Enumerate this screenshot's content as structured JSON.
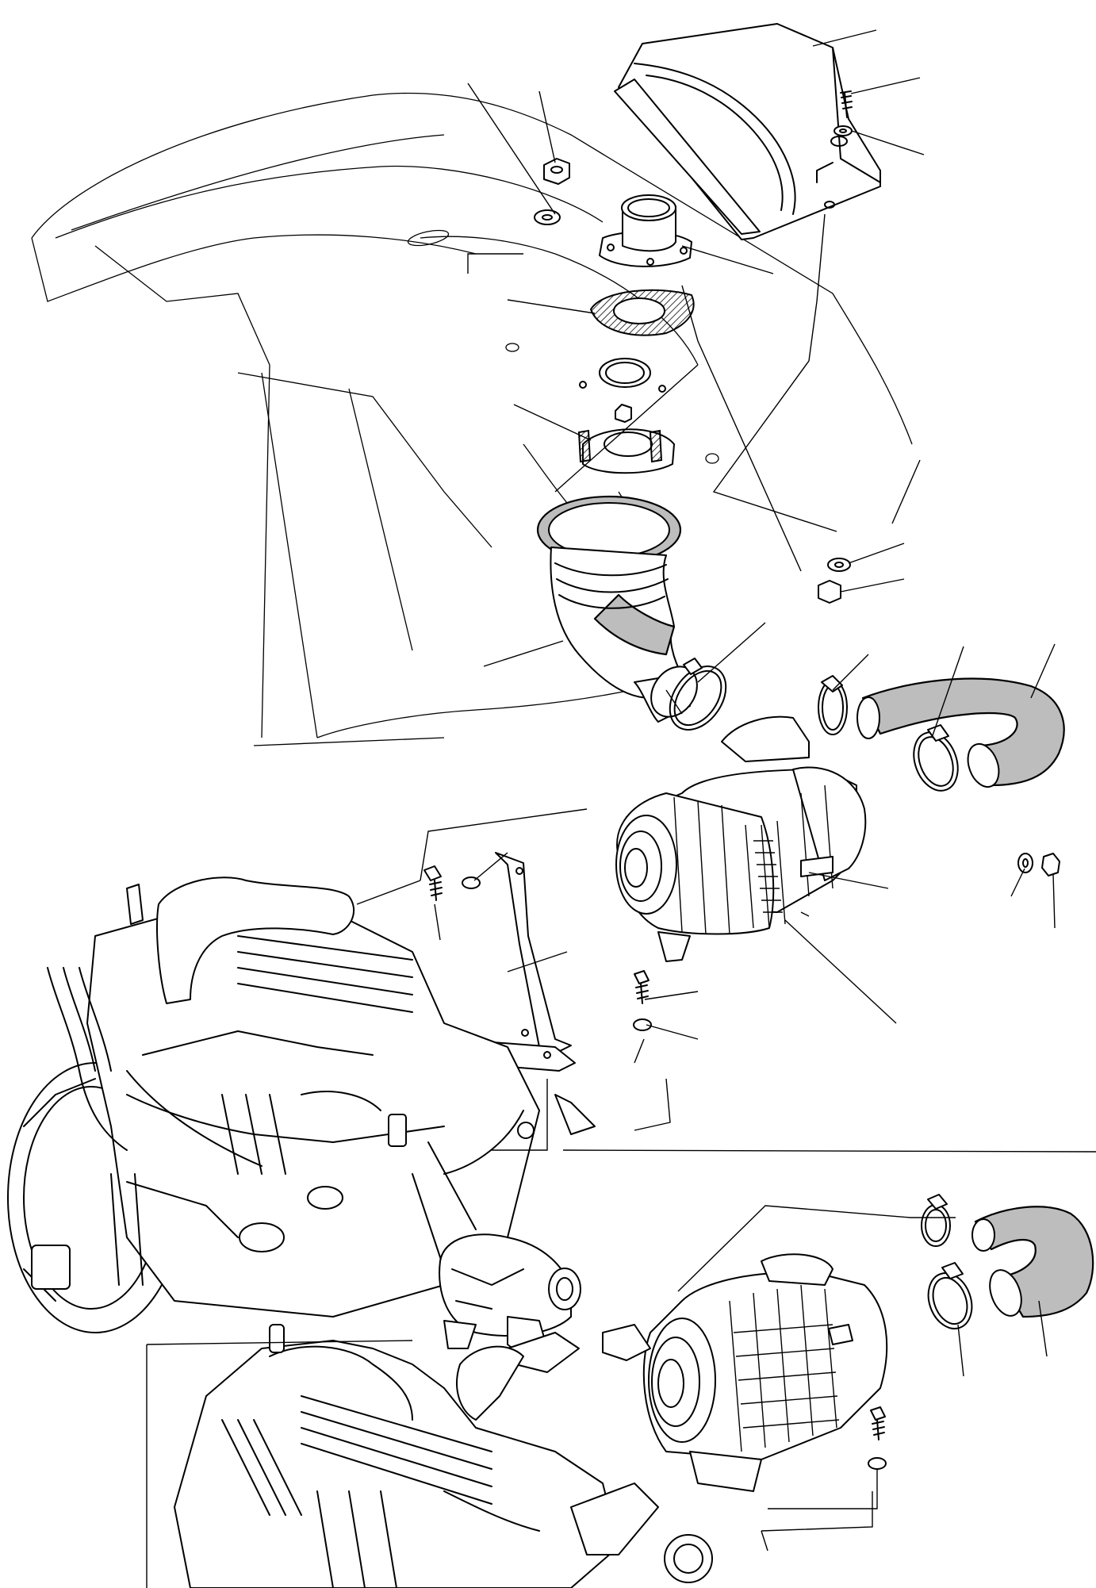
{
  "figure": {
    "labels": [],
    "colors": {
      "ink": "#000000",
      "paper": "#ffffff",
      "shading": "#bdbdbd"
    }
  },
  "parts": [
    {
      "name": "intake-cover-cowl"
    },
    {
      "name": "cover-screw"
    },
    {
      "name": "cover-washer"
    },
    {
      "name": "lock-nut"
    },
    {
      "name": "flat-washer"
    },
    {
      "name": "intake-flange"
    },
    {
      "name": "flange-gasket"
    },
    {
      "name": "o-ring"
    },
    {
      "name": "stud-plate"
    },
    {
      "name": "rubber-intake-elbow"
    },
    {
      "name": "hose-clamp"
    },
    {
      "name": "intake-hose"
    },
    {
      "name": "air-filter-assembly"
    },
    {
      "name": "filter-mounting-bracket"
    },
    {
      "name": "bracket-bolt"
    },
    {
      "name": "turbocharger"
    },
    {
      "name": "engine-block"
    }
  ]
}
